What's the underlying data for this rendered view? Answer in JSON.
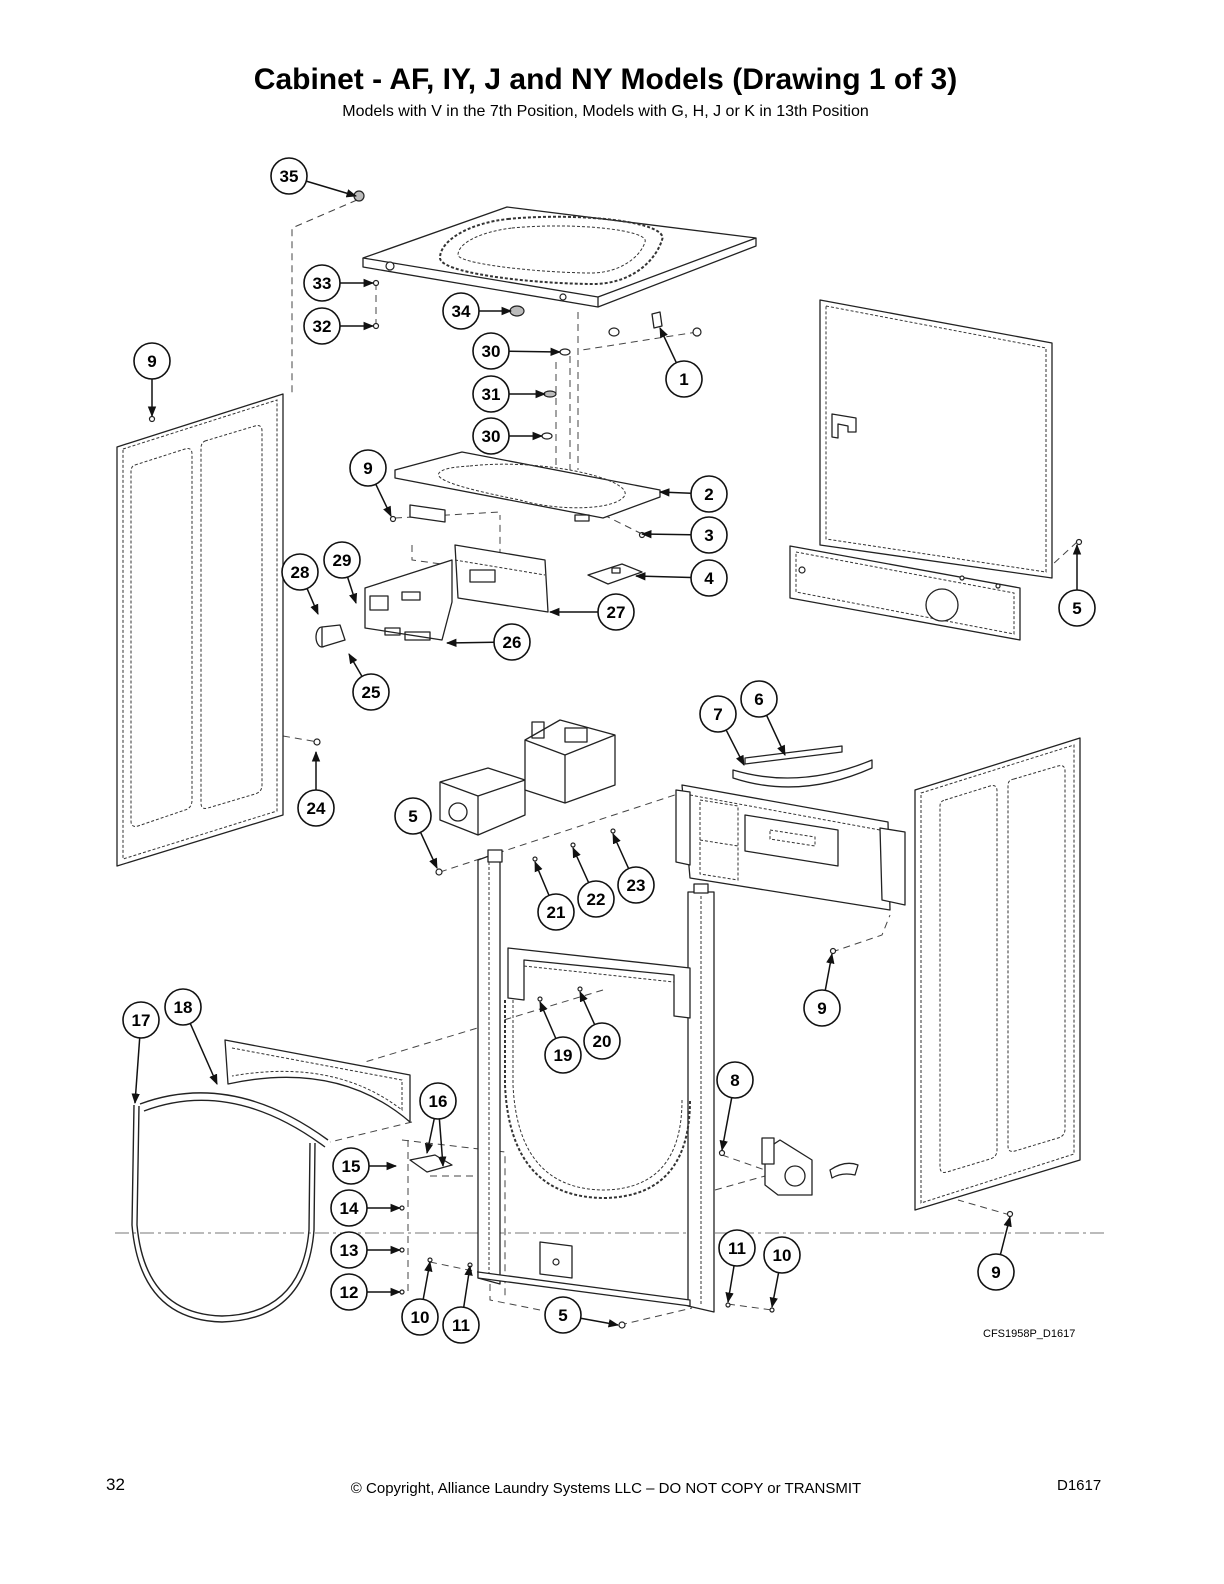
{
  "title": "Cabinet - AF, IY, J and NY Models (Drawing 1 of 3)",
  "subtitle": "Models with V in the 7th Position, Models with G, H, J or K in 13th Position",
  "callouts": [
    "35",
    "33",
    "32",
    "34",
    "9",
    "30",
    "1",
    "31",
    "30",
    "9",
    "2",
    "3",
    "4",
    "28",
    "29",
    "27",
    "26",
    "25",
    "5",
    "6",
    "7",
    "24",
    "5",
    "21",
    "22",
    "23",
    "9",
    "17",
    "18",
    "19",
    "20",
    "8",
    "16",
    "15",
    "14",
    "13",
    "12",
    "11",
    "10",
    "9",
    "10",
    "11",
    "5"
  ],
  "drawing_code": "CFS1958P_D1617",
  "footer": {
    "page_number": "32",
    "copyright": "© Copyright, Alliance Laundry Systems LLC – DO NOT COPY or TRANSMIT",
    "doc_code": "D1617"
  }
}
